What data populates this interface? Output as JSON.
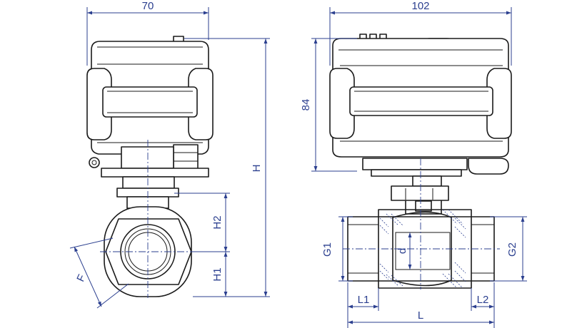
{
  "dimensions": {
    "width_front": "70",
    "width_side": "102",
    "actuator_height": "84",
    "total_height": "H",
    "height_upper": "H2",
    "height_lower": "H1",
    "hex_flats": "F",
    "thread_left": "G1",
    "thread_right": "G2",
    "bore": "d",
    "length_left": "L1",
    "length_right": "L2",
    "total_length": "L"
  },
  "colors": {
    "outline": "#1a1a1a",
    "dimension": "#2b3f8f"
  }
}
